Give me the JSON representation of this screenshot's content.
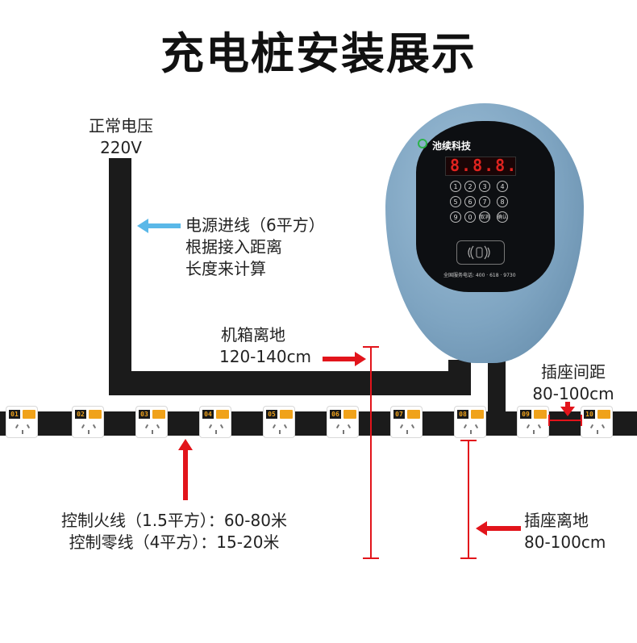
{
  "title": "充电桩安装展示",
  "labels": {
    "voltage_1": "正常电压",
    "voltage_2": "220V",
    "power_in_1": "电源进线（6平方）",
    "power_in_2": "根据接入距离",
    "power_in_3": "长度来计算",
    "box_height_1": "机箱离地",
    "box_height_2": "120-140cm",
    "spacing_1": "插座间距",
    "spacing_2": "80-100cm",
    "control_1": "控制火线（1.5平方）：60-80米",
    "control_2": "控制零线（4平方）：15-20米",
    "socket_height_1": "插座离地",
    "socket_height_2": "80-100cm"
  },
  "charger": {
    "brand": "池续科技",
    "display": "8.8.8.",
    "keys": [
      "1",
      "2",
      "3",
      "4",
      "5",
      "6",
      "7",
      "8",
      "9",
      "0",
      "取消",
      "确认"
    ],
    "hotline": "全国服务电话: 400 · 618 · 9730"
  },
  "sockets": [
    "01",
    "02",
    "03",
    "04",
    "05",
    "06",
    "07",
    "08",
    "09",
    "10"
  ],
  "colors": {
    "wire": "#1b1b1b",
    "arrow_red": "#e2141b",
    "arrow_blue": "#5ab8e8",
    "charger": "#7ea4c1"
  }
}
